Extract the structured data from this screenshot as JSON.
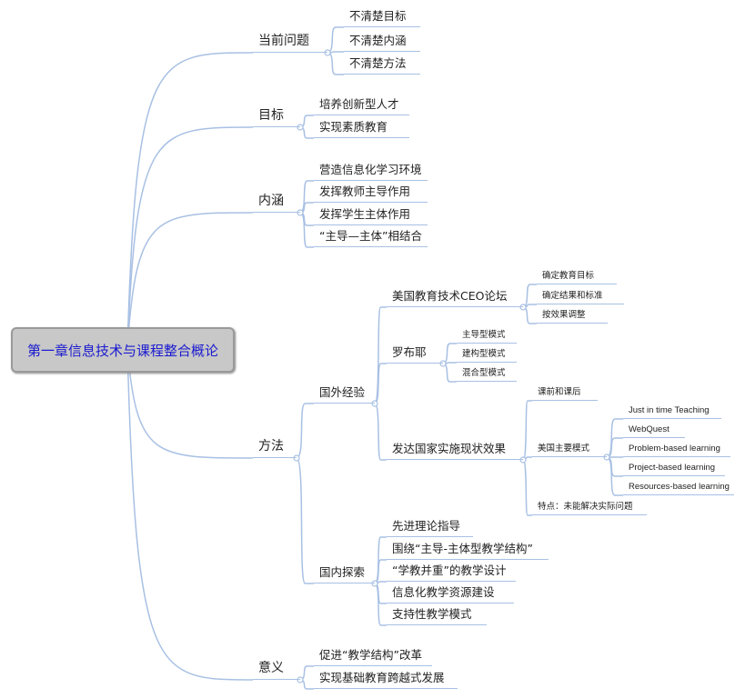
{
  "root": "第一章信息技术与课程整合概论",
  "problems": {
    "label": "当前问题",
    "items": [
      "不清楚目标",
      "不清楚内涵",
      "不清楚方法"
    ]
  },
  "goals": {
    "label": "目标",
    "items": [
      "培养创新型人才",
      "实现素质教育"
    ]
  },
  "meaning": {
    "label": "内涵",
    "items": [
      "营造信息化学习环境",
      "发挥教师主导作用",
      "发挥学生主体作用",
      "“主导—主体”相结合"
    ]
  },
  "methods": {
    "label": "方法",
    "foreign": {
      "label": "国外经验",
      "ceo": {
        "label": "美国教育技术CEO论坛",
        "items": [
          "确定教育目标",
          "确定结果和标准",
          "按效果调整"
        ]
      },
      "roblyer": {
        "label": "罗布耶",
        "items": [
          "主导型模式",
          "建构型模式",
          "混合型模式"
        ]
      },
      "developed": {
        "label": "发达国家实施现状效果",
        "before_after": "课前和课后",
        "us_models": {
          "label": "美国主要模式",
          "items": [
            "Just in time Teaching",
            "WebQuest",
            "Problem-based learning",
            "Project-based learning",
            "Resources-based learning"
          ]
        },
        "feature": "特点：未能解决实际问题"
      }
    },
    "domestic": {
      "label": "国内探索",
      "items": [
        "先进理论指导",
        "围绕“主导-主体型教学结构”",
        "“学教并重”的教学设计",
        "信息化教学资源建设",
        "支持性教学模式"
      ]
    }
  },
  "significance": {
    "label": "意义",
    "items": [
      "促进“教学结构”改革",
      "实现基础教育跨越式发展"
    ]
  }
}
